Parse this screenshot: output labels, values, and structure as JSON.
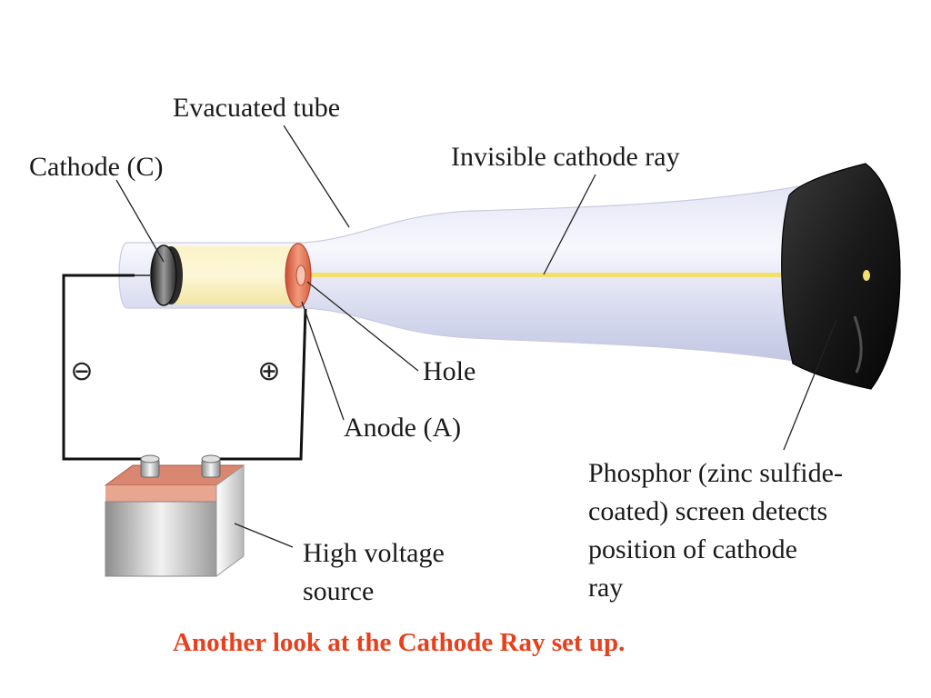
{
  "labels": {
    "evacuated_tube": "Evacuated tube",
    "cathode": "Cathode (C)",
    "cathode_ray": "Invisible cathode ray",
    "hole": "Hole",
    "anode": "Anode (A)",
    "phosphor_lines": [
      "Phosphor (zinc sulfide-",
      "coated) screen detects",
      "position of cathode",
      "ray"
    ],
    "voltage_lines": [
      "High voltage",
      "source"
    ],
    "negative_symbol": "⊖",
    "positive_symbol": "⊕"
  },
  "caption": "Another look at the Cathode Ray set up.",
  "colors": {
    "caption": "#e8401c",
    "ray": "#f3e06a",
    "anode": "#e87a5c",
    "screen": "#1b1b1b",
    "battery_top": "#d98770"
  }
}
